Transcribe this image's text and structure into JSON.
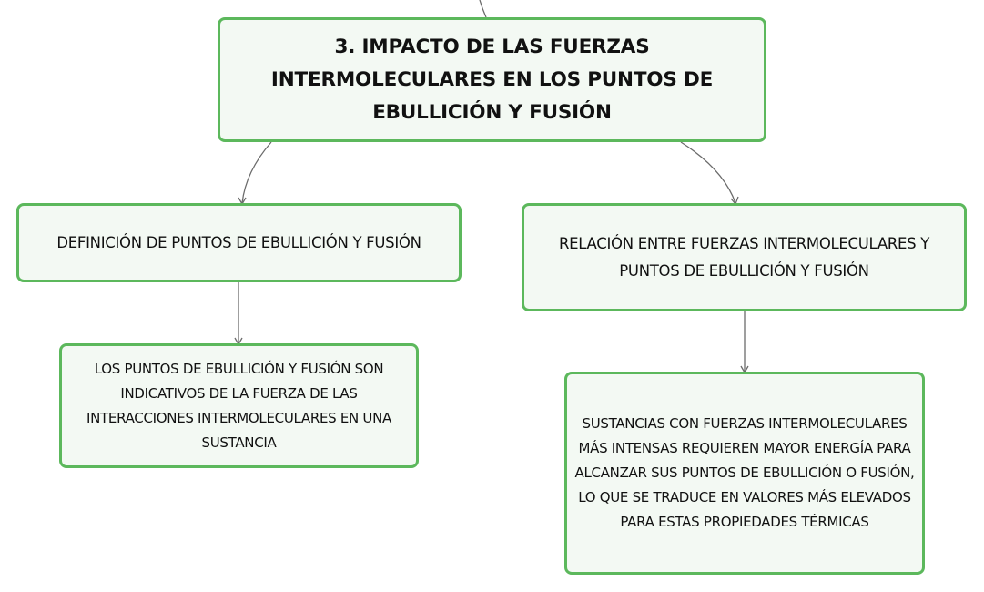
{
  "diagram": {
    "main_topic": "3. IMPACTO DE LAS FUERZAS INTERMOLECULARES EN LOS PUNTOS DE EBULLICIÓN Y FUSIÓN",
    "branches": [
      {
        "title": "DEFINICIÓN DE PUNTOS DE EBULLICIÓN Y FUSIÓN",
        "detail": "LOS PUNTOS DE EBULLICIÓN Y FUSIÓN SON INDICATIVOS DE LA FUERZA DE LAS INTERACCIONES INTERMOLECULARES EN UNA SUSTANCIA"
      },
      {
        "title": "RELACIÓN ENTRE FUERZAS INTERMOLECULARES Y PUNTOS DE EBULLICIÓN Y FUSIÓN",
        "detail": "SUSTANCIAS CON FUERZAS INTERMOLECULARES MÁS INTENSAS REQUIEREN MAYOR ENERGÍA PARA ALCANZAR SUS PUNTOS DE EBULLICIÓN O FUSIÓN, LO QUE SE TRADUCE EN VALORES MÁS ELEVADOS PARA ESTAS PROPIEDADES TÉRMICAS"
      }
    ],
    "colors": {
      "node_border": "#5cb85c",
      "node_fill": "#f3f9f3",
      "connector": "#6b6b6b",
      "text": "#111111"
    }
  }
}
